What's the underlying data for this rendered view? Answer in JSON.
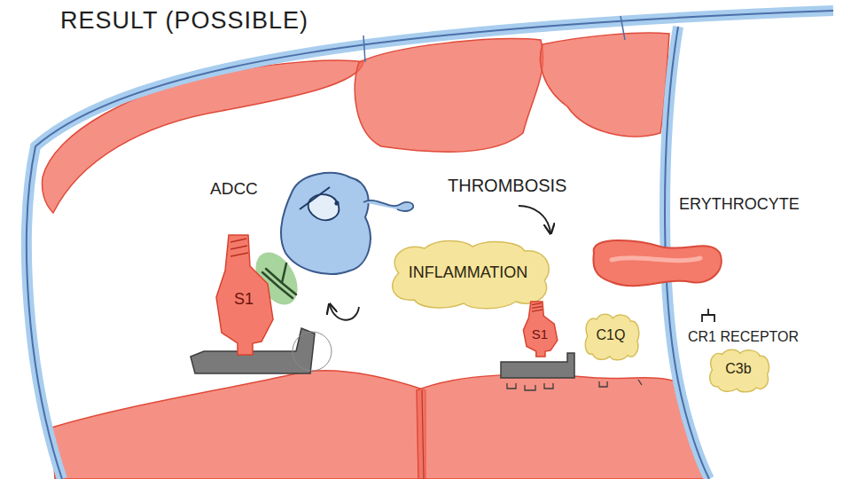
{
  "diagram": {
    "title": "RESULT (POSSIBLE)",
    "nodes": [
      {
        "text": [
          "S1"
        ]
      },
      {
        "text": [
          "INFLAMMATION"
        ]
      },
      {
        "text": [
          "S1"
        ]
      },
      {
        "text": [
          "C1Q"
        ]
      },
      {
        "text": [
          "C3b"
        ]
      }
    ],
    "labels": [
      "ADCC",
      "THROMBOSIS",
      "ERYTHROCYTE",
      "CR1 RECEPTOR"
    ]
  }
}
